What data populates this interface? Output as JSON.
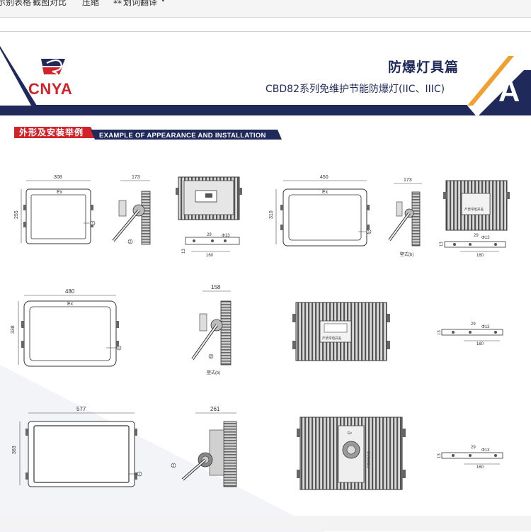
{
  "toolbar": {
    "items": [
      "示别表格",
      "截图对比",
      "压缩",
      "划词翻译"
    ]
  },
  "header": {
    "brand": "CNYA",
    "category_title": "防爆灯具篇",
    "series_title": "CBD82系列免维护节能防爆灯(IIC、IIIC)",
    "category_letter": "A",
    "colors": {
      "navy": "#1f2a5a",
      "orange": "#f0a030",
      "red": "#d2232a"
    }
  },
  "section": {
    "cn": "外形及安装举例",
    "en": "EXAMPLE OF APPEARANCE AND INSTALLATION"
  },
  "drawings": {
    "row1": {
      "front1": {
        "width": "308",
        "height": "255",
        "label": "Ex",
        "callout": "1"
      },
      "side1": {
        "depth": "173",
        "callout": "2"
      },
      "back1": {
        "d1": "29",
        "d2": "Φ13",
        "d3": "160",
        "d4": "13"
      },
      "front2": {
        "width": "450",
        "height": "310",
        "label": "Ex",
        "callout": "1"
      },
      "side2": {
        "depth": "173",
        "caption": "壁式(b)"
      },
      "back2": {
        "plate": "严禁带电开盖",
        "d1": "29",
        "d2": "Φ13",
        "d3": "160",
        "d4": "13"
      }
    },
    "row2": {
      "front": {
        "width": "480",
        "height": "338",
        "label": "Ex",
        "callout": "1"
      },
      "side": {
        "depth": "158",
        "callout": "2",
        "caption": "壁式(b)"
      },
      "back": {
        "plate": "严禁带电开盖"
      },
      "bracket": {
        "d1": "29",
        "d2": "Φ13",
        "d3": "160",
        "d4": "13"
      }
    },
    "row3": {
      "front": {
        "width": "577",
        "height": "363",
        "callout": "1"
      },
      "side": {
        "depth": "261",
        "callout": "2"
      },
      "back": {
        "label": "Ex",
        "plate": "严禁带电开盖"
      },
      "bracket": {
        "d1": "29",
        "d2": "Φ13",
        "d3": "160",
        "d4": "13"
      }
    }
  }
}
